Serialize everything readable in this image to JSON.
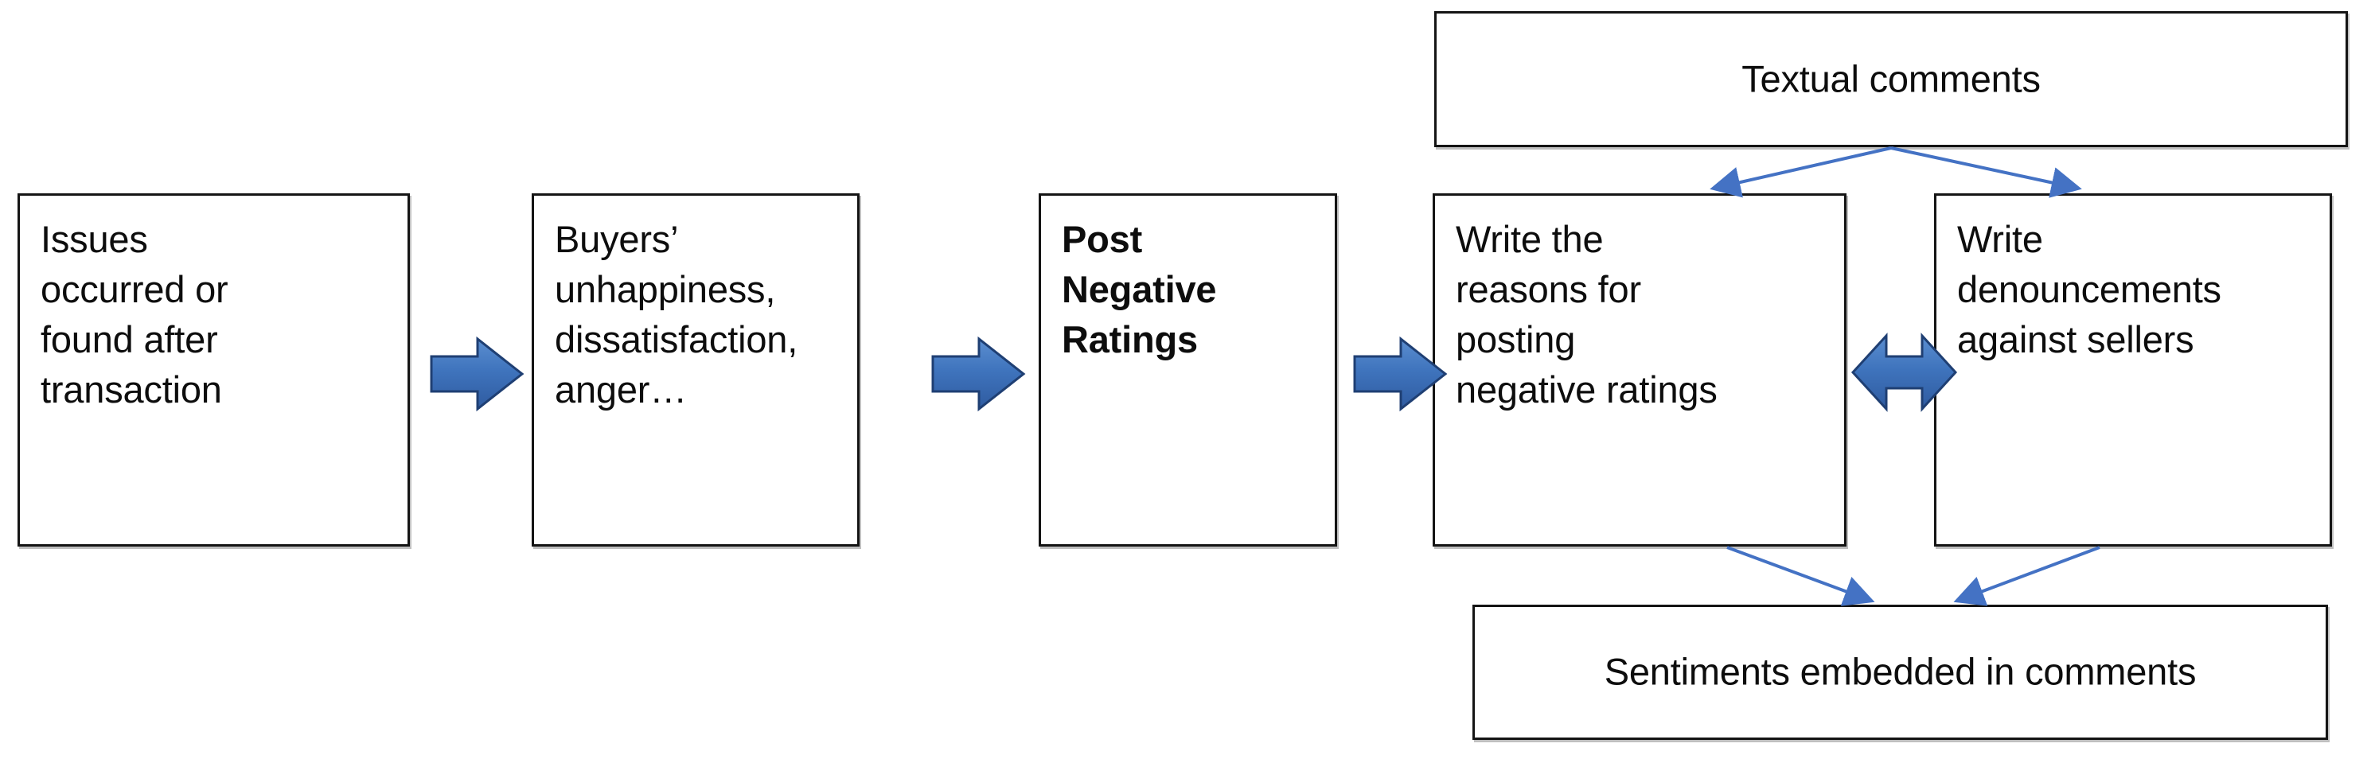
{
  "diagram": {
    "title": "Negative rating posting process flow",
    "accent_color": "#3a6fba",
    "arrow_line_color": "#4472c4",
    "box_border_color": "#141414",
    "background_color": "#ffffff",
    "nodes": [
      {
        "id": "issues",
        "label": "Issues\noccurred or\nfound after\ntransaction"
      },
      {
        "id": "unhappiness",
        "label": "Buyers’\nunhappiness,\ndissatisfaction,\nanger…"
      },
      {
        "id": "post_ratings",
        "label": "Post\nNegative\nRatings"
      },
      {
        "id": "write_reasons",
        "label": "Write the\nreasons for\nposting\nnegative ratings"
      },
      {
        "id": "write_denouncements",
        "label": "Write\ndenouncements\nagainst sellers"
      },
      {
        "id": "textual_comments",
        "label": "Textual comments"
      },
      {
        "id": "sentiments",
        "label": "Sentiments embedded in comments"
      }
    ],
    "edges": [
      {
        "id": "e1",
        "from": "issues",
        "to": "unhappiness",
        "style": "block-arrow-right"
      },
      {
        "id": "e2",
        "from": "unhappiness",
        "to": "post_ratings",
        "style": "block-arrow-right"
      },
      {
        "id": "e3",
        "from": "post_ratings",
        "to": "write_reasons",
        "style": "block-arrow-right"
      },
      {
        "id": "e4",
        "from": "write_reasons",
        "to": "write_denouncements",
        "style": "block-arrow-double"
      },
      {
        "id": "e5",
        "from": "textual_comments",
        "to": "write_reasons",
        "style": "line-arrow"
      },
      {
        "id": "e6",
        "from": "textual_comments",
        "to": "write_denouncements",
        "style": "line-arrow"
      },
      {
        "id": "e7",
        "from": "write_reasons",
        "to": "sentiments",
        "style": "line-arrow"
      },
      {
        "id": "e8",
        "from": "write_denouncements",
        "to": "sentiments",
        "style": "line-arrow"
      }
    ]
  }
}
